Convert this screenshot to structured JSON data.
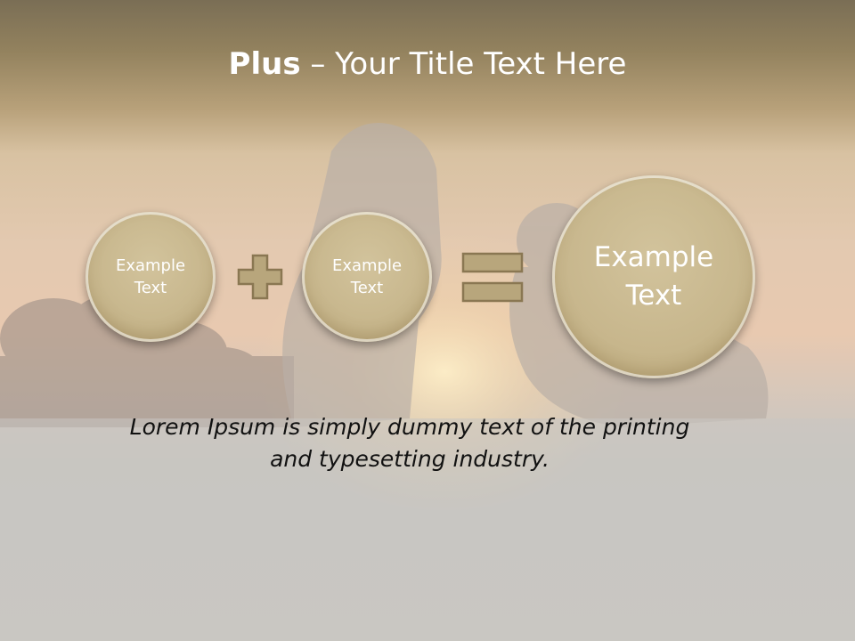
{
  "slide": {
    "title_bold": "Plus",
    "title_rest": " – Your Title Text Here",
    "circles": [
      {
        "line1": "Example",
        "line2": "Text"
      },
      {
        "line1": "Example",
        "line2": "Text"
      },
      {
        "line1": "Example",
        "line2": "Text"
      }
    ],
    "operators": [
      "plus-icon",
      "equals-icon"
    ],
    "body_line1": "Lorem Ipsum is simply dummy text of the printing",
    "body_line2": "and typesetting industry."
  },
  "colors": {
    "circle_fill": "#c7b68c",
    "operator_fill": "#b8a67c",
    "operator_stroke": "#8a7752",
    "title_text": "#ffffff",
    "body_text": "#111111"
  }
}
